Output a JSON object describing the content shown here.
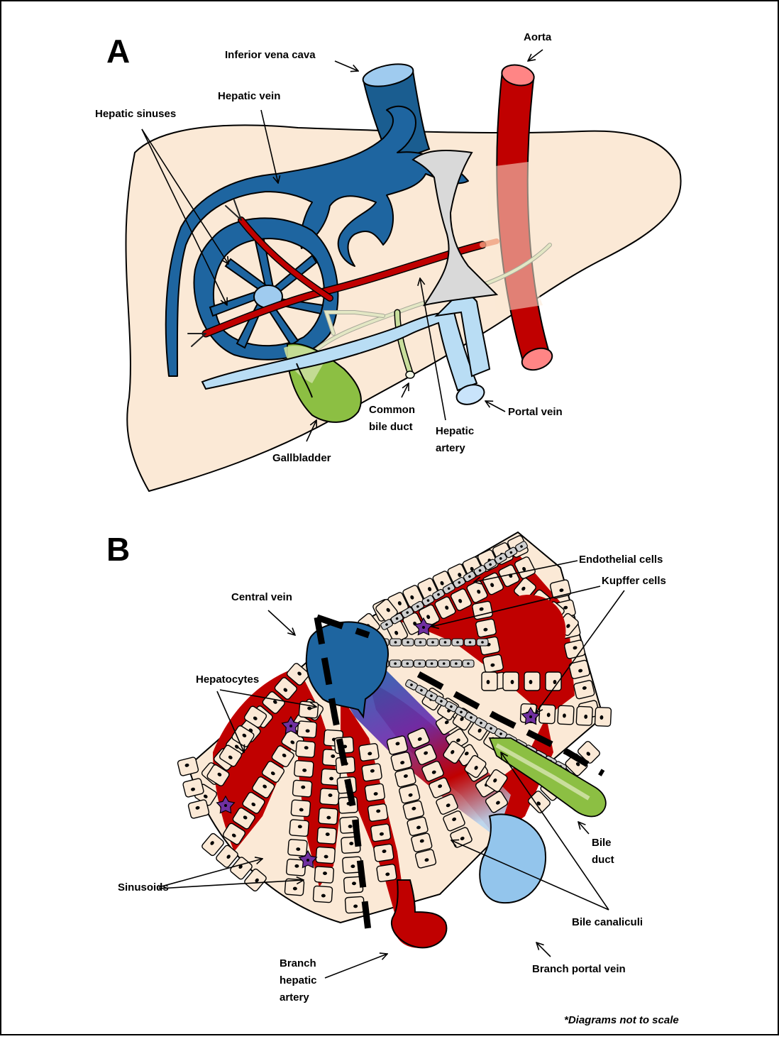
{
  "panels": {
    "a": {
      "letter": "A",
      "labels": {
        "aorta": "Aorta",
        "ivc": "Inferior vena cava",
        "hepatic_vein": "Hepatic vein",
        "hepatic_sinuses": "Hepatic sinuses",
        "portal_vein": "Portal vein",
        "cbd_1": "Common",
        "cbd_2": "bile duct",
        "hepatic_artery_1": "Hepatic",
        "hepatic_artery_2": "artery",
        "gallbladder": "Gallbladder"
      }
    },
    "b": {
      "letter": "B",
      "labels": {
        "endothelial": "Endothelial cells",
        "kupffer": "Kupffer cells",
        "central_vein": "Central vein",
        "hepatocytes": "Hepatocytes",
        "sinusoids": "Sinusoids",
        "bile_duct_1": "Bile",
        "bile_duct_2": "duct",
        "canaliculi": "Bile canaliculi",
        "bha_1": "Branch",
        "bha_2": "hepatic",
        "bha_3": "artery",
        "bpv": "Branch portal vein"
      }
    }
  },
  "footnote": "*Diagrams not to scale",
  "colors": {
    "liver": "#fbe9d6",
    "hepatic_vein": "#1e65a0",
    "portal_vein": "#b9ddf4",
    "artery": "#c00000",
    "aorta_cap": "#ff8585",
    "gallbladder": "#8cbf43",
    "bile_duct": "#c9de9c",
    "ivc_cap": "#9fcbef",
    "kupffer": "#7030a0",
    "endothelial": "#d0d0d0",
    "connector": "#d9d9d9"
  }
}
